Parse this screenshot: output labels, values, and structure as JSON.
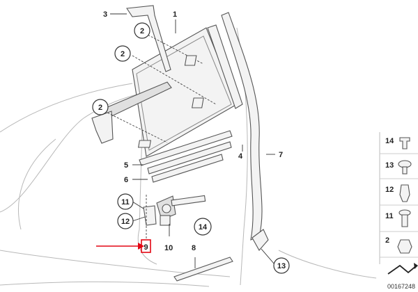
{
  "callouts": {
    "c1": "1",
    "c2a": "2",
    "c2b": "2",
    "c2c": "2",
    "c3": "3",
    "c4": "4",
    "c5": "5",
    "c6": "6",
    "c7": "7",
    "c8": "8",
    "c9": "9",
    "c10": "10",
    "c11": "11",
    "c12": "12",
    "c13": "13",
    "c14": "14"
  },
  "legend": {
    "items": [
      "14",
      "13",
      "12",
      "11",
      "2"
    ]
  },
  "highlight": {
    "label": "9",
    "color": "#e30613"
  },
  "doc_id": "00167248"
}
